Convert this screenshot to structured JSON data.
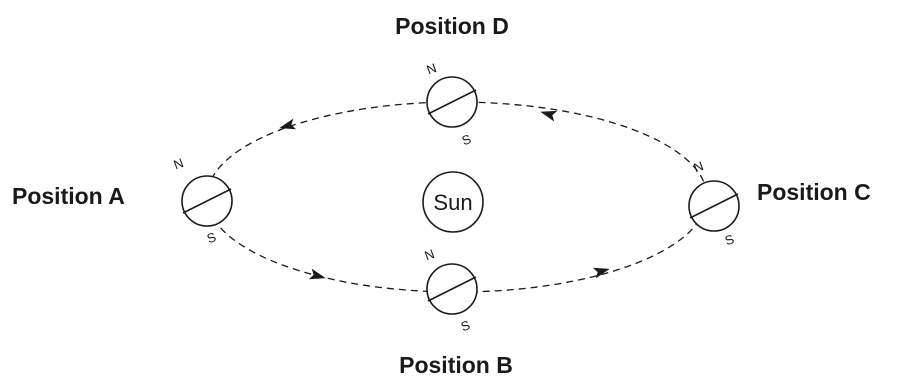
{
  "sun": {
    "label": "Sun"
  },
  "positions": [
    {
      "id": "A",
      "label": "Position A",
      "north": "N",
      "south": "S"
    },
    {
      "id": "B",
      "label": "Position B",
      "north": "N",
      "south": "S"
    },
    {
      "id": "C",
      "label": "Position C",
      "north": "N",
      "south": "S"
    },
    {
      "id": "D",
      "label": "Position D",
      "north": "N",
      "south": "S"
    }
  ],
  "orbit": {
    "direction": "counterclockwise (A → B → C → D)",
    "line_style": "dashed"
  },
  "colors": {
    "ink": "#1a1a1a",
    "background": "#ffffff"
  }
}
